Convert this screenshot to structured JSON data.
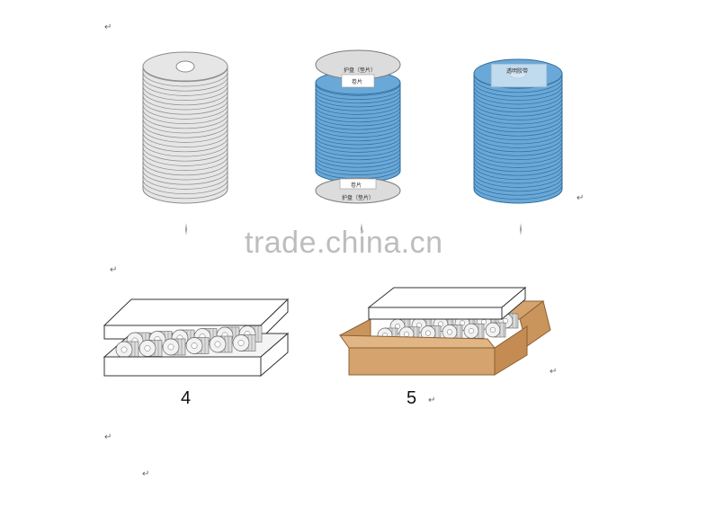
{
  "watermark": "trade.china.cn",
  "paragraph_mark": "↵",
  "figure_labels": {
    "protective_disc_top": "护盘（垫片）",
    "core_label_top": "卷片",
    "core_label_bottom": "卷片",
    "protective_disc_bottom": "护盘（垫片）",
    "transparent_tape": "透明胶带"
  },
  "steps": [
    {
      "label": "4"
    },
    {
      "label": "5"
    }
  ],
  "colors": {
    "disc_grey": "#e6e6e6",
    "disc_edge": "#8a8a8a",
    "film_blue": "#6aa8d8",
    "film_blue_edge": "#2f6e9e",
    "carton_brown": "#d5a46e",
    "carton_edge": "#8a6034"
  }
}
